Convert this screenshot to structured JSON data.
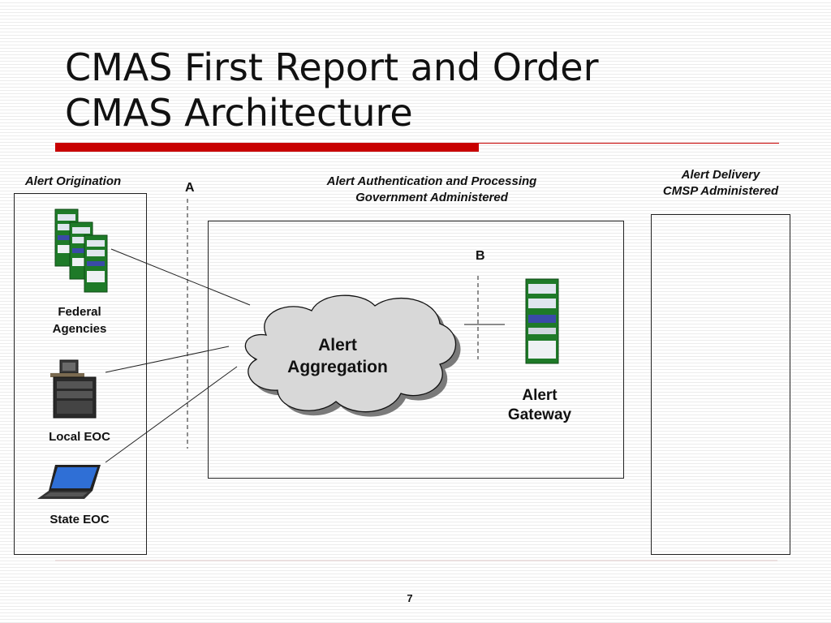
{
  "slide": {
    "title_line1": "CMAS First Report and Order",
    "title_line2": "CMAS Architecture",
    "page_number": "7"
  },
  "sections": {
    "origination": "Alert Origination",
    "processing_line1": "Alert Authentication and Processing",
    "processing_line2": "Government Administered",
    "delivery_line1": "Alert Delivery",
    "delivery_line2": "CMSP Administered"
  },
  "interfaces": {
    "a": "A",
    "b": "B"
  },
  "nodes": {
    "federal_line1": "Federal",
    "federal_line2": "Agencies",
    "local_eoc": "Local EOC",
    "state_eoc": "State EOC",
    "aggregation_line1": "Alert",
    "aggregation_line2": "Aggregation",
    "gateway_line1": "Alert",
    "gateway_line2": "Gateway"
  },
  "colors": {
    "accent_red": "#c80000",
    "server_green": "#1e7a28",
    "cloud_fill": "#d8d8d8",
    "laptop_blue": "#2f6fd6"
  }
}
